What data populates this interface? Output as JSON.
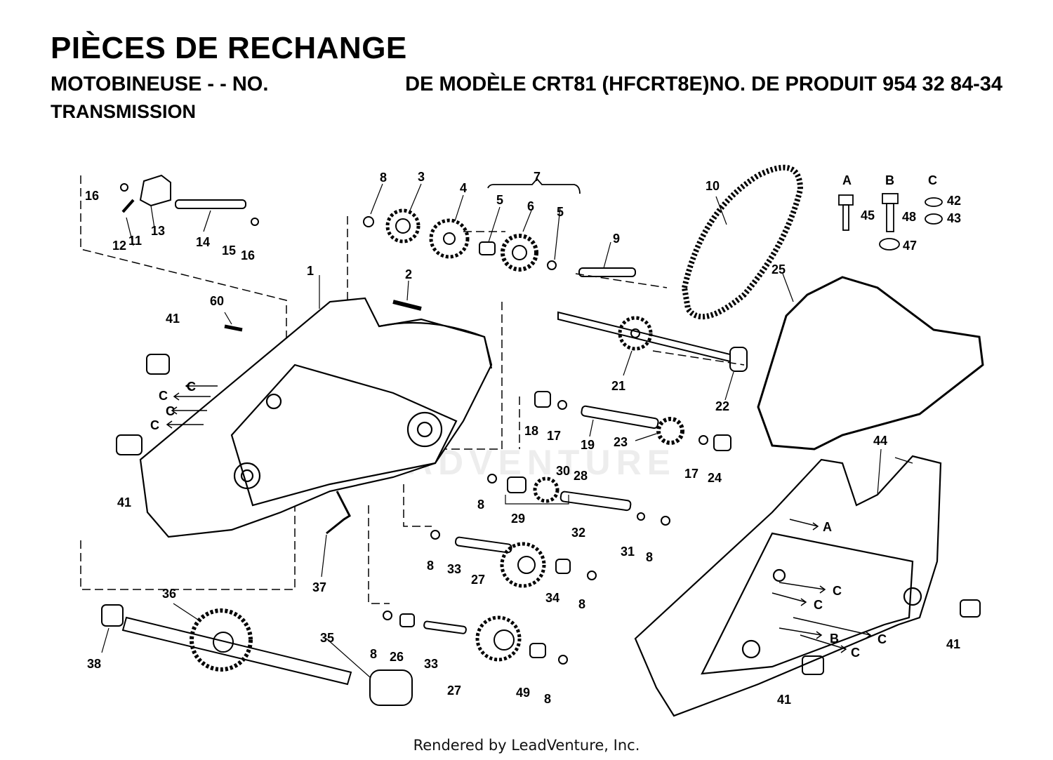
{
  "header": {
    "title": "PIÈCES DE RECHANGE",
    "subtitle_product": "MOTOBINEUSE - - NO.",
    "subtitle_model": "DE MODÈLE CRT81 (HFCRT8E)NO. DE PRODUIT 954 32 84-34",
    "section": "TRANSMISSION"
  },
  "hardware_legend": [
    {
      "letter": "A",
      "parts": [
        "45"
      ]
    },
    {
      "letter": "B",
      "parts": [
        "48",
        "47"
      ]
    },
    {
      "letter": "C",
      "parts": [
        "42",
        "43"
      ]
    }
  ],
  "arrow_letters": [
    "C",
    "C",
    "C",
    "C",
    "A",
    "C",
    "C",
    "B",
    "C",
    "C"
  ],
  "part_callouts": [
    "1",
    "2",
    "3",
    "4",
    "5",
    "5",
    "6",
    "7",
    "8",
    "8",
    "8",
    "8",
    "8",
    "8",
    "8",
    "9",
    "10",
    "11",
    "12",
    "13",
    "14",
    "15",
    "16",
    "16",
    "17",
    "17",
    "18",
    "19",
    "21",
    "22",
    "23",
    "24",
    "25",
    "26",
    "27",
    "27",
    "28",
    "29",
    "30",
    "31",
    "32",
    "33",
    "33",
    "34",
    "35",
    "36",
    "37",
    "38",
    "41",
    "41",
    "41",
    "41",
    "44",
    "49",
    "60"
  ],
  "watermark": "LEADVENTURE",
  "footer": "Rendered by LeadVenture, Inc."
}
